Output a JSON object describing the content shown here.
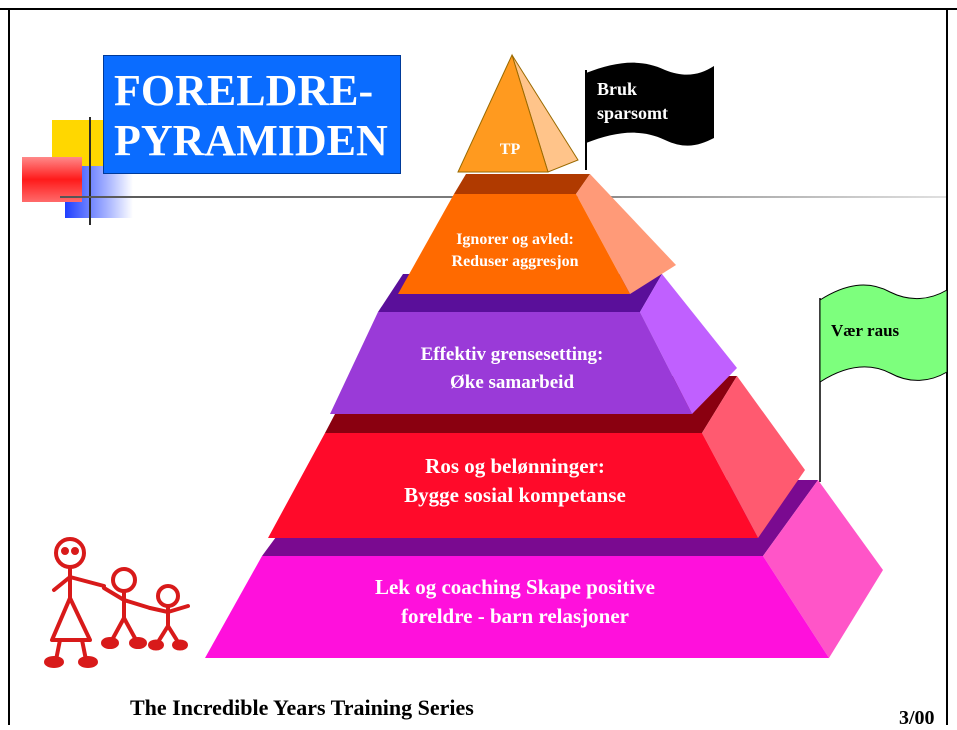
{
  "slide": {
    "title": "FORELDRE-\nPYRAMIDEN",
    "footer": "The Incredible Years Training Series",
    "page_number": "3/00"
  },
  "pyramid": {
    "levels": [
      {
        "label": "TP",
        "color": "#ff9a1f"
      },
      {
        "label": "Ignorer og avled:\nReduser aggresjon",
        "color": "#ff6a00"
      },
      {
        "label": "Effektiv grensesetting:\nØke samarbeid",
        "color": "#9a3ad8"
      },
      {
        "label": "Ros og belønninger:\nBygge sosial kompetanse",
        "color": "#ff0a2a"
      },
      {
        "label": "Lek og coaching Skape positive\nforeldre - barn relasjoner",
        "color": "#ff10dc"
      }
    ]
  },
  "flags": {
    "top_flag": {
      "label": "Bruk\nsparsomt",
      "color": "#000000",
      "text_color": "#ffffff"
    },
    "side_flag": {
      "label": "Vær raus",
      "color": "#7dff7d",
      "text_color": "#000000"
    }
  },
  "icons": {
    "family": "stick-figure-family-drawing",
    "logo": "slide-corner-squares"
  }
}
